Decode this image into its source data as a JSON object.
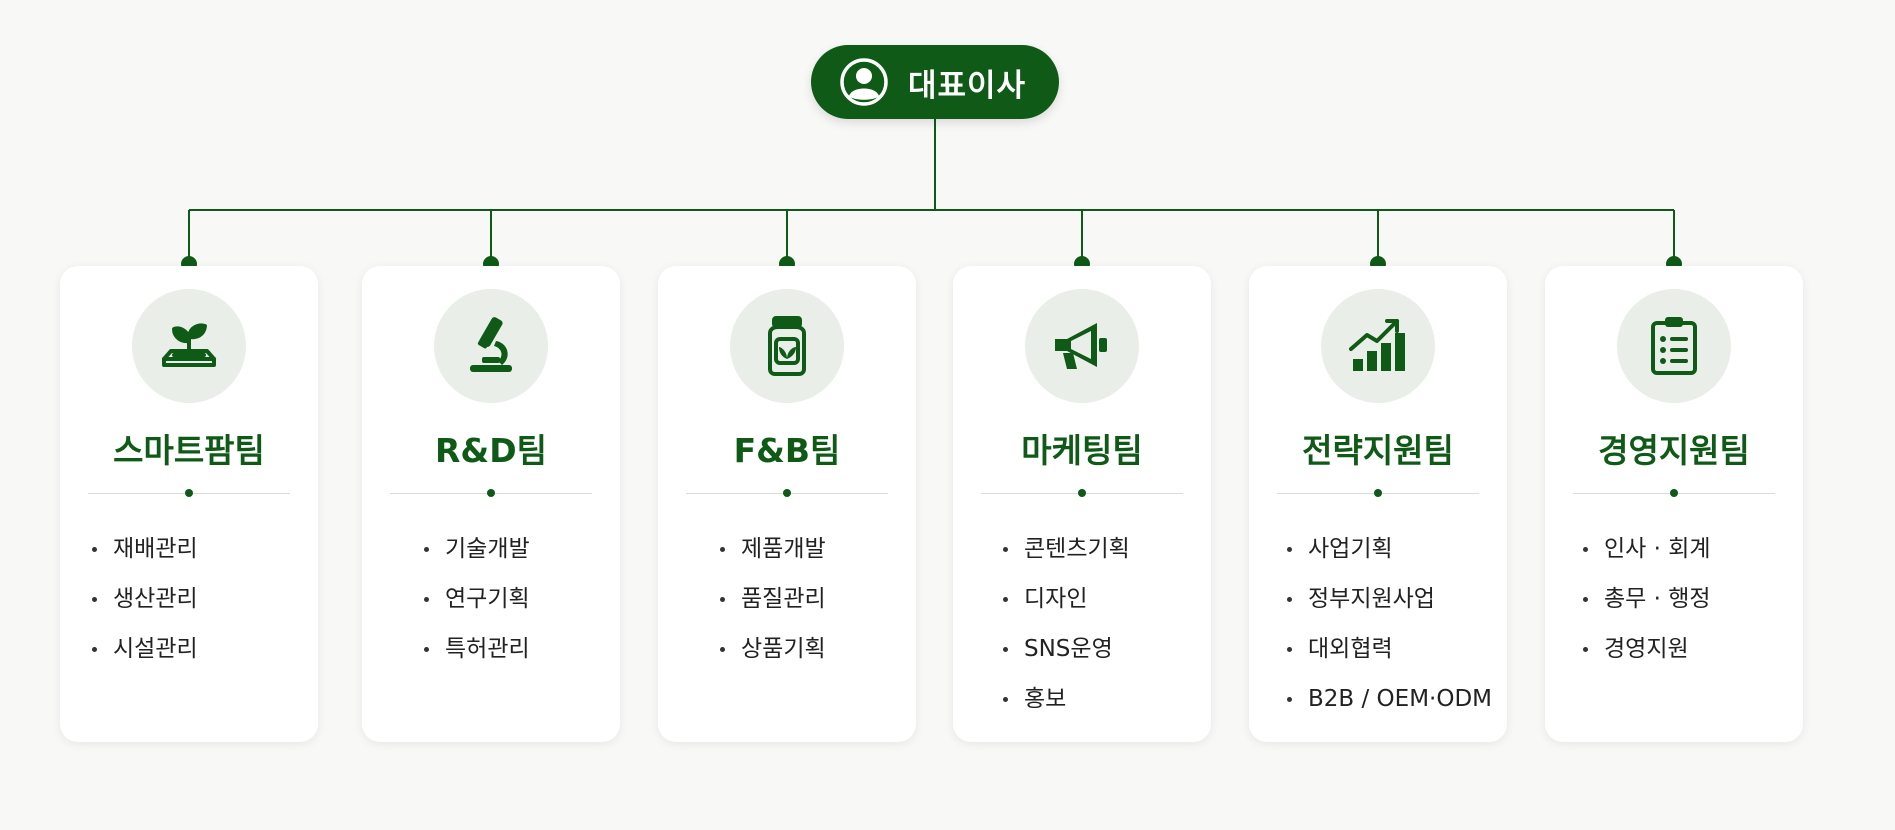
{
  "colors": {
    "primary": "#0f5a17",
    "icon_bg": "#e9eee8",
    "background": "#f8f8f7",
    "card": "#ffffff"
  },
  "ceo": {
    "title": "대표이사",
    "icon": "user-icon"
  },
  "teams": [
    {
      "title": "스마트팜팀",
      "icon": "sprout-icon",
      "items": [
        "재배관리",
        "생산관리",
        "시설관리"
      ]
    },
    {
      "title": "R&D팀",
      "icon": "microscope-icon",
      "items": [
        "기술개발",
        "연구기획",
        "특허관리"
      ]
    },
    {
      "title": "F&B팀",
      "icon": "jar-leaf-icon",
      "items": [
        "제품개발",
        "품질관리",
        "상품기획"
      ]
    },
    {
      "title": "마케팅팀",
      "icon": "megaphone-icon",
      "items": [
        "콘텐츠기획",
        "디자인",
        "SNS운영",
        "홍보"
      ]
    },
    {
      "title": "전략지원팀",
      "icon": "growth-chart-icon",
      "items": [
        "사업기획",
        "정부지원사업",
        "대외협력",
        "B2B / OEM·ODM"
      ]
    },
    {
      "title": "경영지원팀",
      "icon": "clipboard-icon",
      "items": [
        "인사 · 회계",
        "총무 · 행정",
        "경영지원"
      ]
    }
  ]
}
